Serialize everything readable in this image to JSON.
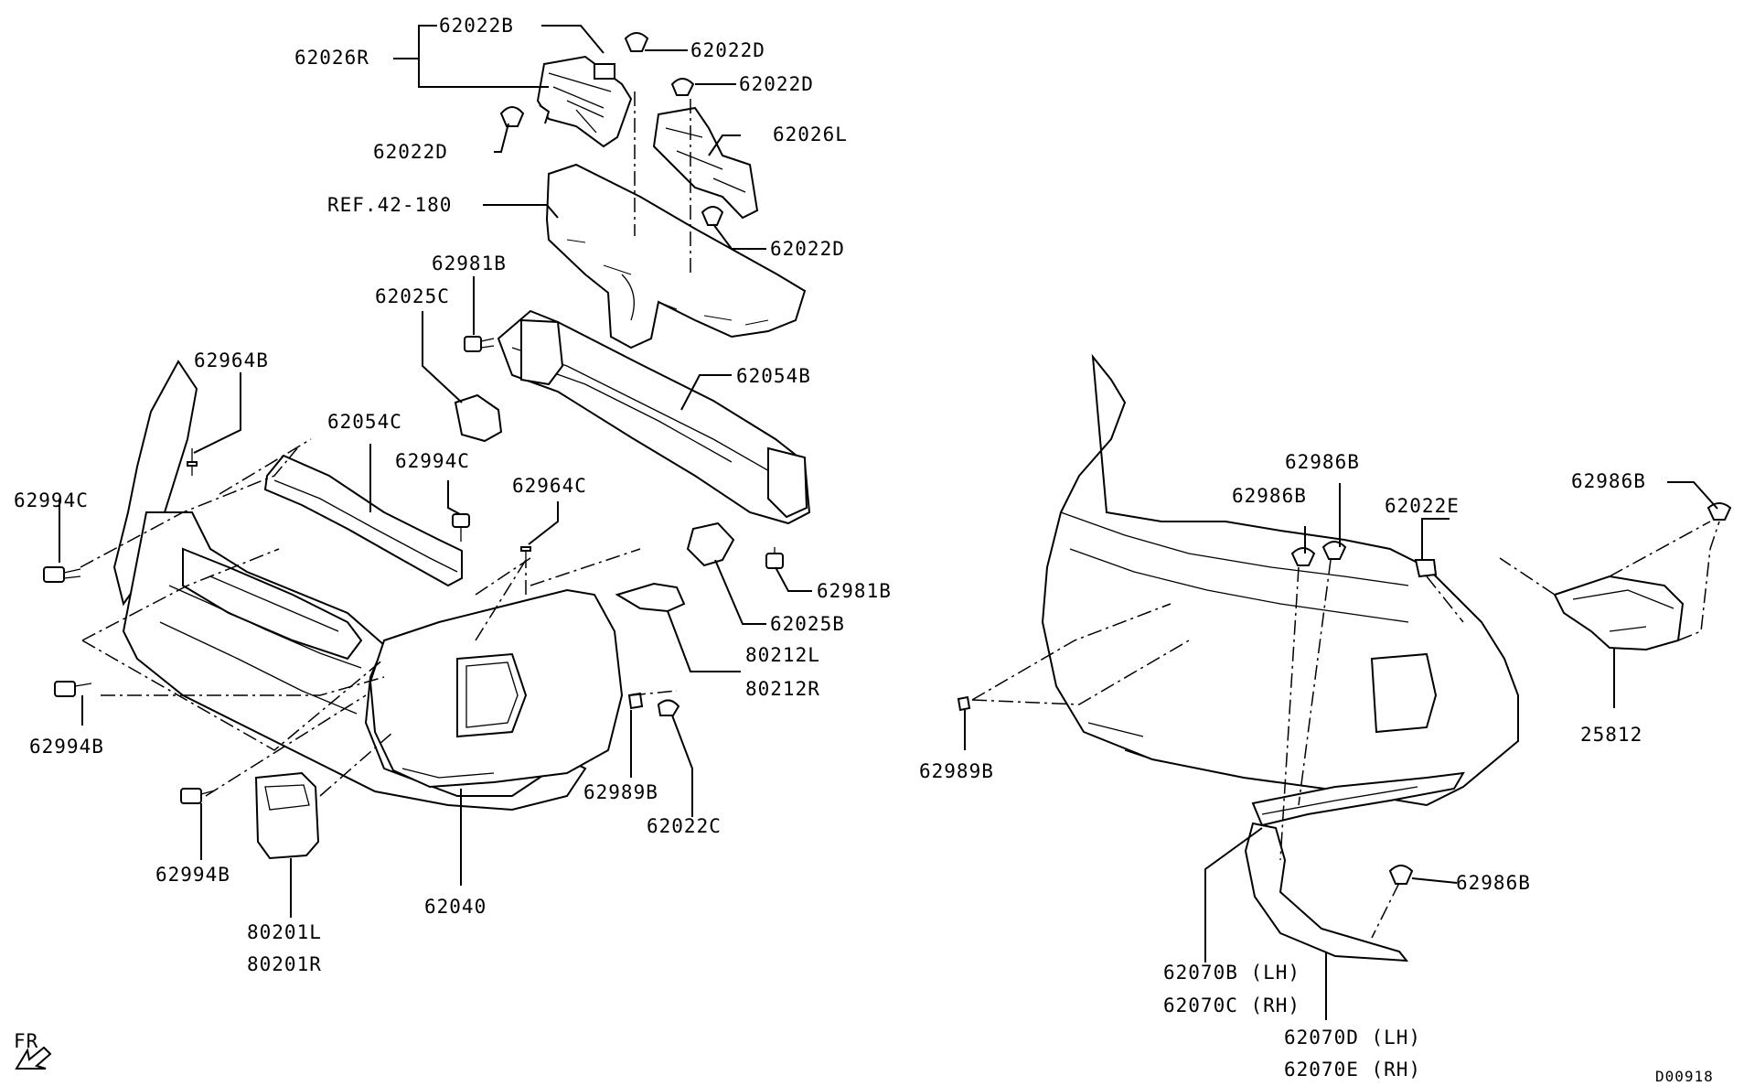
{
  "labels": {
    "p62022B": "62022B",
    "p62026R": "62026R",
    "p62022D_a": "62022D",
    "p62022D_b": "62022D",
    "p62022D_c": "62022D",
    "p62022D_d": "62022D",
    "p62026L": "62026L",
    "ref": "REF.42-180",
    "p62981B_a": "62981B",
    "p62025C": "62025C",
    "p62054B": "62054B",
    "p62964B": "62964B",
    "p62054C": "62054C",
    "p62994C_a": "62994C",
    "p62994C_b": "62994C",
    "p62964C": "62964C",
    "p62981B_b": "62981B",
    "p62025B": "62025B",
    "p80212L": "80212L",
    "p80212R": "80212R",
    "p62994B_a": "62994B",
    "p62994B_b": "62994B",
    "p62989B_a": "62989B",
    "p62022C": "62022C",
    "p80201L": "80201L",
    "p80201R": "80201R",
    "p62040": "62040",
    "p62986B_a": "62986B",
    "p62986B_b": "62986B",
    "p62022E": "62022E",
    "p62986B_c": "62986B",
    "p25812": "25812",
    "p62989B_b": "62989B",
    "p62986B_d": "62986B",
    "p62070B": "62070B (LH)",
    "p62070C": "62070C (RH)",
    "p62070D": "62070D (LH)",
    "p62070E": "62070E (RH)",
    "fr": "FR",
    "code": "D00918"
  }
}
